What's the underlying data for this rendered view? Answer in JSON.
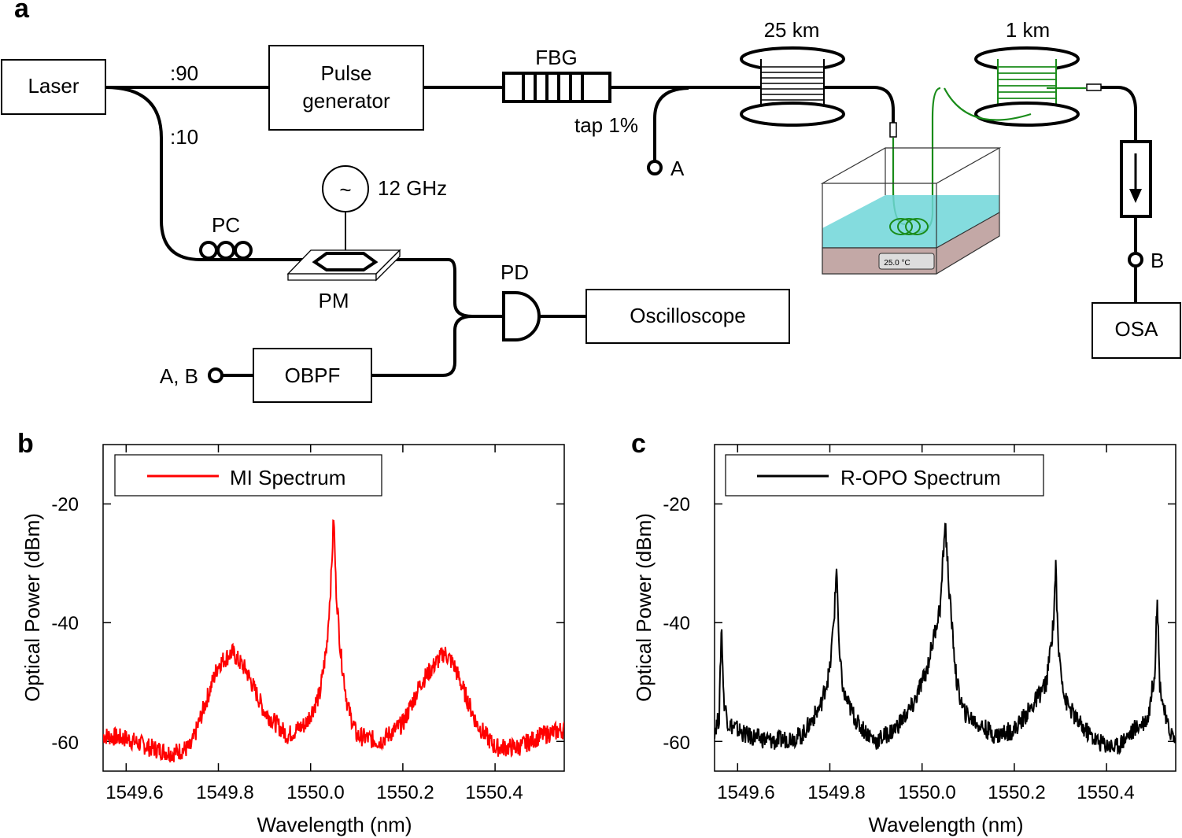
{
  "panel_labels": {
    "a": "a",
    "b": "b",
    "c": "c"
  },
  "diagram": {
    "laser": "Laser",
    "split_90": ":90",
    "split_10": ":10",
    "pulse_generator_line1": "Pulse",
    "pulse_generator_line2": "generator",
    "fbg": "FBG",
    "tap": "tap 1%",
    "port_a": "A",
    "spool_25km": "25 km",
    "spool_1km": "1 km",
    "thermo_display": "25.0 °C",
    "port_b": "B",
    "osa": "OSA",
    "rf_source": "12 GHz",
    "rf_symbol": "~",
    "pc": "PC",
    "pm": "PM",
    "pd": "PD",
    "oscilloscope": "Oscilloscope",
    "obpf": "OBPF",
    "obpf_input": "A, B",
    "colors": {
      "fiber": "#000000",
      "green_fiber": "#1a8c1a",
      "water": "#6fd6d8",
      "heater": "#c3a8a6"
    }
  },
  "chart_data": [
    {
      "type": "line",
      "panel": "b",
      "legend": "MI Spectrum",
      "color": "#ff0000",
      "xlabel": "Wavelength (nm)",
      "ylabel": "Optical Power (dBm)",
      "xlim": [
        1549.55,
        1550.55
      ],
      "ylim": [
        -65,
        -10
      ],
      "xticks": [
        "1549.6",
        "1549.8",
        "1550.0",
        "1550.2",
        "1550.4"
      ],
      "yticks": [
        "-20",
        "-40",
        "-60"
      ],
      "series": [
        {
          "x": [
            1549.55,
            1549.6,
            1549.65,
            1549.7,
            1549.74,
            1549.77,
            1549.8,
            1549.83,
            1549.86,
            1549.9,
            1549.95,
            1549.99,
            1550.02,
            1550.035,
            1550.045,
            1550.05,
            1550.055,
            1550.065,
            1550.08,
            1550.1,
            1550.15,
            1550.2,
            1550.24,
            1550.27,
            1550.29,
            1550.31,
            1550.33,
            1550.36,
            1550.4,
            1550.45,
            1550.5,
            1550.55
          ],
          "y": [
            -59,
            -59.5,
            -61,
            -62,
            -61,
            -54,
            -47,
            -45,
            -48,
            -55,
            -59,
            -57,
            -52,
            -44,
            -32,
            -22,
            -34,
            -45,
            -54,
            -59,
            -60,
            -57,
            -50,
            -47,
            -45,
            -47,
            -51,
            -57,
            -61,
            -61,
            -59,
            -58
          ]
        }
      ]
    },
    {
      "type": "line",
      "panel": "c",
      "legend": "R-OPO Spectrum",
      "color": "#000000",
      "xlabel": "Wavelength (nm)",
      "ylabel": "Optical Power (dBm)",
      "xlim": [
        1549.55,
        1550.55
      ],
      "ylim": [
        -65,
        -10
      ],
      "xticks": [
        "1549.6",
        "1549.8",
        "1550.0",
        "1550.2",
        "1550.4"
      ],
      "yticks": [
        "-20",
        "-40",
        "-60"
      ],
      "series": [
        {
          "x": [
            1549.55,
            1549.56,
            1549.565,
            1549.57,
            1549.58,
            1549.62,
            1549.68,
            1549.74,
            1549.78,
            1549.8,
            1549.81,
            1549.815,
            1549.82,
            1549.83,
            1549.86,
            1549.9,
            1549.94,
            1549.98,
            1550.01,
            1550.04,
            1550.05,
            1550.06,
            1550.075,
            1550.09,
            1550.12,
            1550.16,
            1550.2,
            1550.24,
            1550.27,
            1550.285,
            1550.29,
            1550.295,
            1550.31,
            1550.34,
            1550.38,
            1550.42,
            1550.46,
            1550.49,
            1550.505,
            1550.51,
            1550.515,
            1550.53,
            1550.55
          ],
          "y": [
            -58,
            -56,
            -40,
            -53,
            -57,
            -59,
            -60,
            -59,
            -54,
            -48,
            -38,
            -30,
            -45,
            -52,
            -57,
            -60,
            -58,
            -54,
            -48,
            -37,
            -23,
            -36,
            -50,
            -55,
            -57,
            -59,
            -58,
            -54,
            -50,
            -40,
            -30,
            -44,
            -53,
            -57,
            -60,
            -61,
            -58,
            -56,
            -48,
            -35,
            -50,
            -57,
            -60
          ]
        }
      ]
    }
  ]
}
